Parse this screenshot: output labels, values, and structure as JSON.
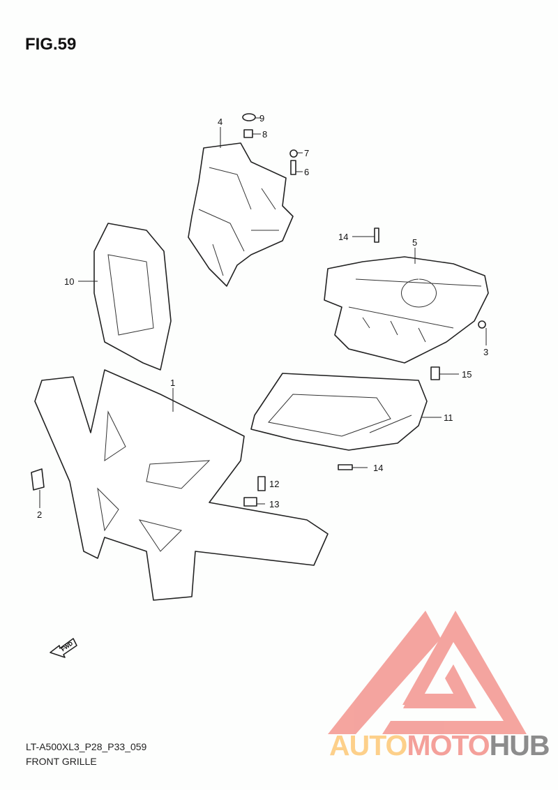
{
  "figure": {
    "title": "FIG.59",
    "code": "LT-A500XL3_P28_P33_059",
    "caption": "FRONT GRILLE"
  },
  "callouts": [
    "9",
    "8",
    "7",
    "6",
    "4",
    "14",
    "5",
    "10",
    "3",
    "15",
    "1",
    "11",
    "14",
    "12",
    "13",
    "2"
  ],
  "fwd_label": "FWD",
  "watermark": {
    "parts": [
      "AUTO",
      "MOTO",
      "HUB"
    ],
    "colors": {
      "auto": "#fdd08a",
      "moto": "#f4a09a",
      "hub": "#8c8c8c",
      "triangle": "#f4a09a"
    }
  }
}
